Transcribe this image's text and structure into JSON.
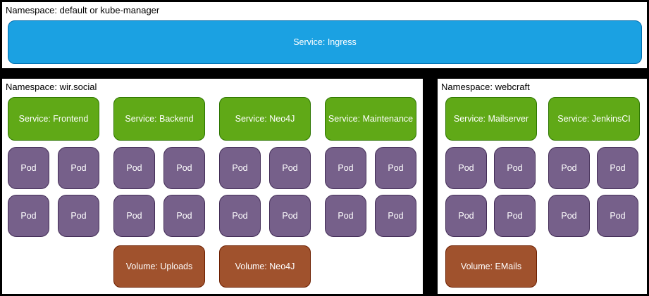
{
  "top": {
    "namespace_label": "Namespace: default or kube-manager",
    "ingress_label": "Service: Ingress"
  },
  "wir_social": {
    "namespace_label": "Namespace: wir.social",
    "services": [
      {
        "label": "Service: Frontend"
      },
      {
        "label": "Service: Backend"
      },
      {
        "label": "Service: Neo4J"
      },
      {
        "label": "Service: Maintenance"
      }
    ],
    "volumes": [
      {
        "label": "Volume: Uploads"
      },
      {
        "label": "Volume: Neo4J"
      }
    ],
    "pods_per_service": 4
  },
  "webcraft": {
    "namespace_label": "Namespace: webcraft",
    "services": [
      {
        "label": "Service: Mailserver"
      },
      {
        "label": "Service: JenkinsCI"
      }
    ],
    "volumes": [
      {
        "label": "Volume: EMails"
      }
    ],
    "pods_per_service": 4
  },
  "pod_label": "Pod",
  "colors": {
    "background": "#000000",
    "box_fill": "#FFFFFF",
    "ingress_fill": "#1BA1E2",
    "ingress_stroke": "#006EAF",
    "service_fill": "#60A917",
    "service_stroke": "#2D7600",
    "pod_fill": "#76608A",
    "pod_stroke": "#432D57",
    "volume_fill": "#A0522D",
    "volume_stroke": "#6D1F00"
  }
}
